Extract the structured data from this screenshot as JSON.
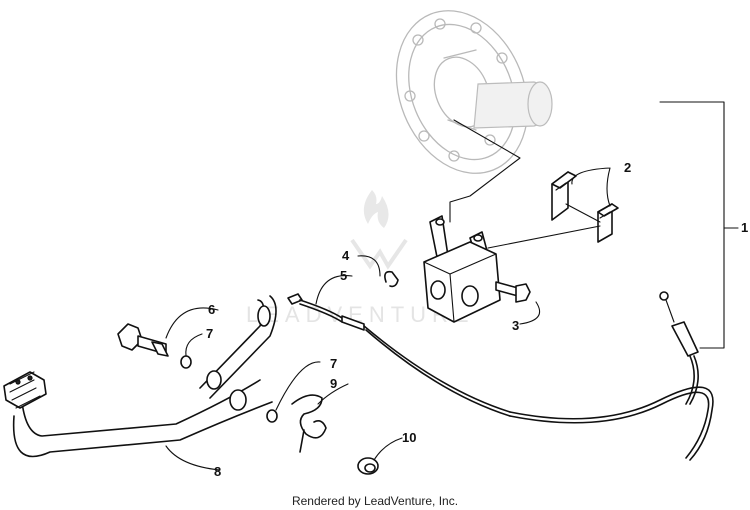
{
  "diagram": {
    "callouts": [
      {
        "id": "c1",
        "label": "1"
      },
      {
        "id": "c2",
        "label": "2"
      },
      {
        "id": "c3",
        "label": "3"
      },
      {
        "id": "c4",
        "label": "4"
      },
      {
        "id": "c5",
        "label": "5"
      },
      {
        "id": "c6",
        "label": "6"
      },
      {
        "id": "c7a",
        "label": "7"
      },
      {
        "id": "c7b",
        "label": "7"
      },
      {
        "id": "c8",
        "label": "8"
      },
      {
        "id": "c9",
        "label": "9"
      },
      {
        "id": "c10",
        "label": "10"
      }
    ],
    "watermark": "LEADVENTURE",
    "footer": "Rendered by LeadVenture, Inc."
  }
}
